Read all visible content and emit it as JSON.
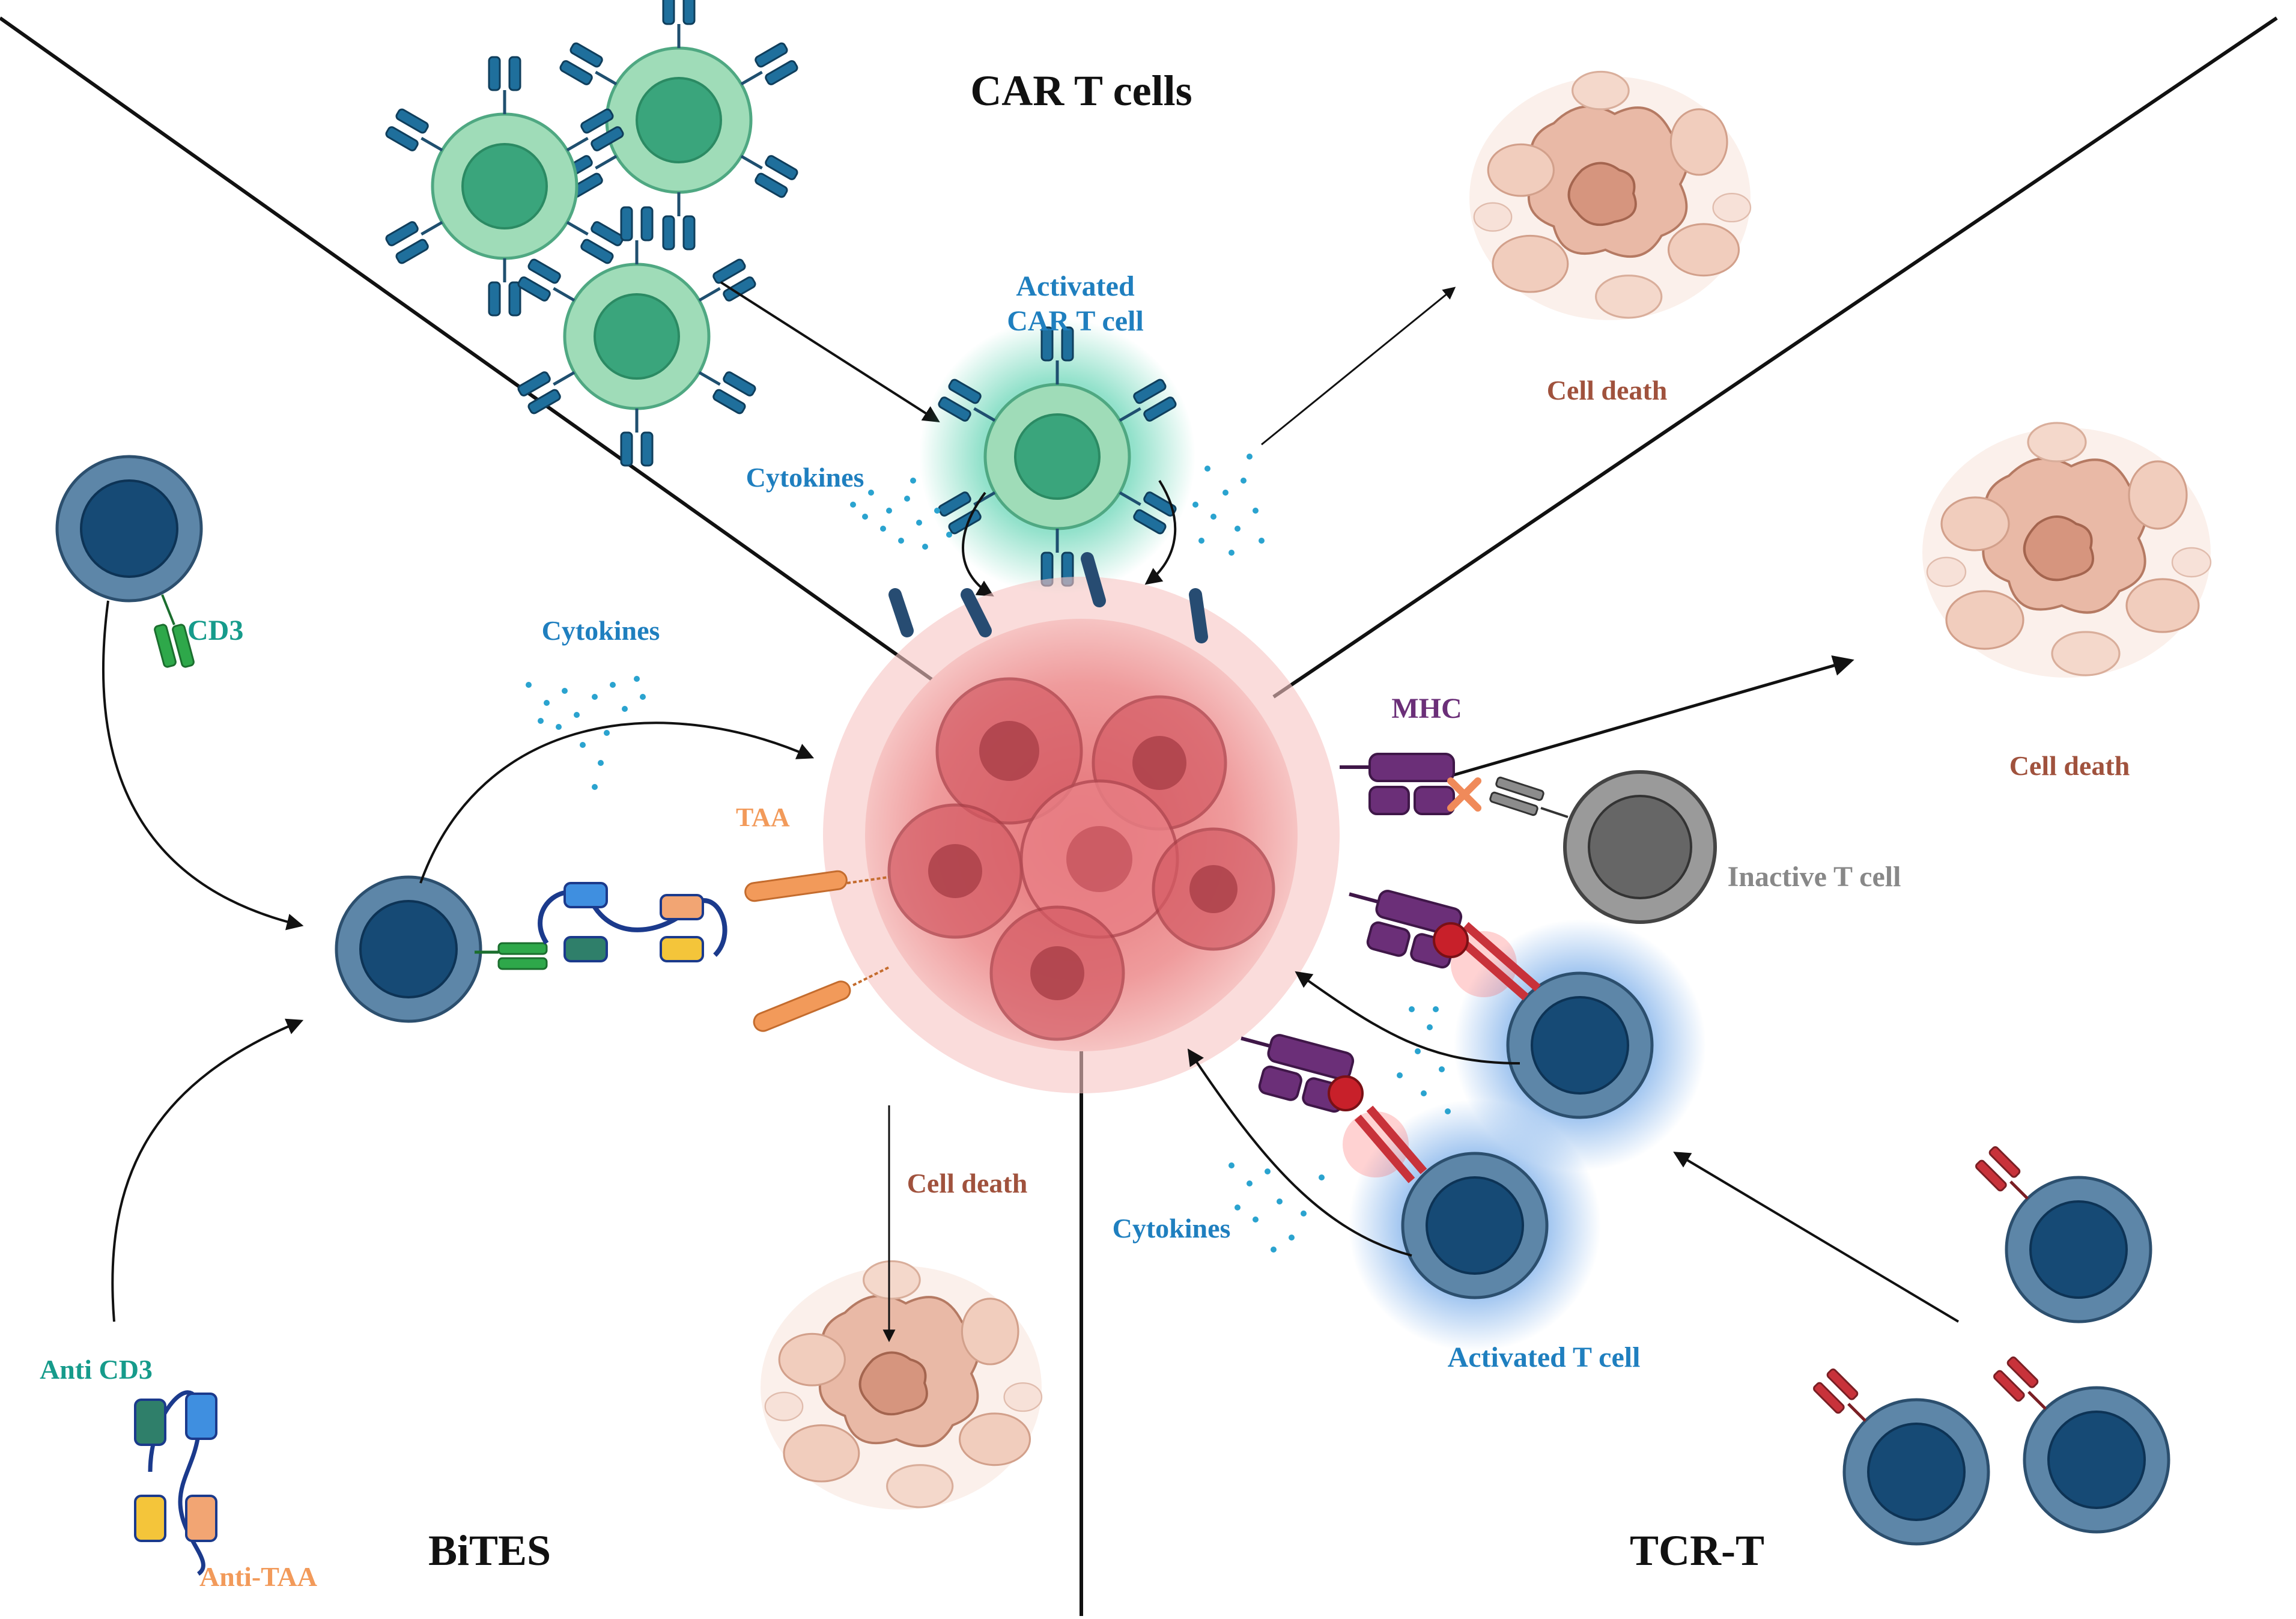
{
  "sections": {
    "car_t": "CAR T cells",
    "bites": "BiTES",
    "tcr_t": "TCR-T"
  },
  "labels": {
    "activated_car_t_line1": "Activated",
    "activated_car_t_line2": "CAR T cell",
    "cytokines_car": "Cytokines",
    "cytokines_bites": "Cytokines",
    "cytokines_tcr": "Cytokines",
    "cd3": "CD3",
    "taa": "TAA",
    "anti_cd3": "Anti CD3",
    "anti_taa": "Anti-TAA",
    "mhc": "MHC",
    "inactive_t_cell": "Inactive T cell",
    "activated_t_cell": "Activated T cell",
    "cell_death_top": "Cell death",
    "cell_death_right": "Cell death",
    "cell_death_bottom": "Cell death"
  },
  "colors": {
    "car_t_cell": "#8fd3ae",
    "car_t_nucleus": "#3aa57c",
    "car_receptor": "#1f6f9c",
    "t_cell": "#5d86a8",
    "t_cell_nucleus": "#164a75",
    "cd3_green": "#2ea84a",
    "taa_orange": "#f29a5a",
    "mhc_purple": "#6b2f78",
    "tcr_red": "#c8323a",
    "inactive_gray": "#8c8c8c",
    "tumor": "#e98a8d",
    "dead_cell": "#e6b4a2",
    "cytokine_blue": "#2aa3cf",
    "label_blue": "#1f7fbf",
    "label_brown": "#a0523d",
    "label_purple": "#6b2f78",
    "label_teal": "#169b8b"
  },
  "icons": [
    "car-receptor-icon",
    "cd3-receptor-icon",
    "bispecific-antibody-icon",
    "mhc-complex-icon",
    "tcr-receptor-icon",
    "block-x-icon",
    "antigen-peptide-icon"
  ]
}
